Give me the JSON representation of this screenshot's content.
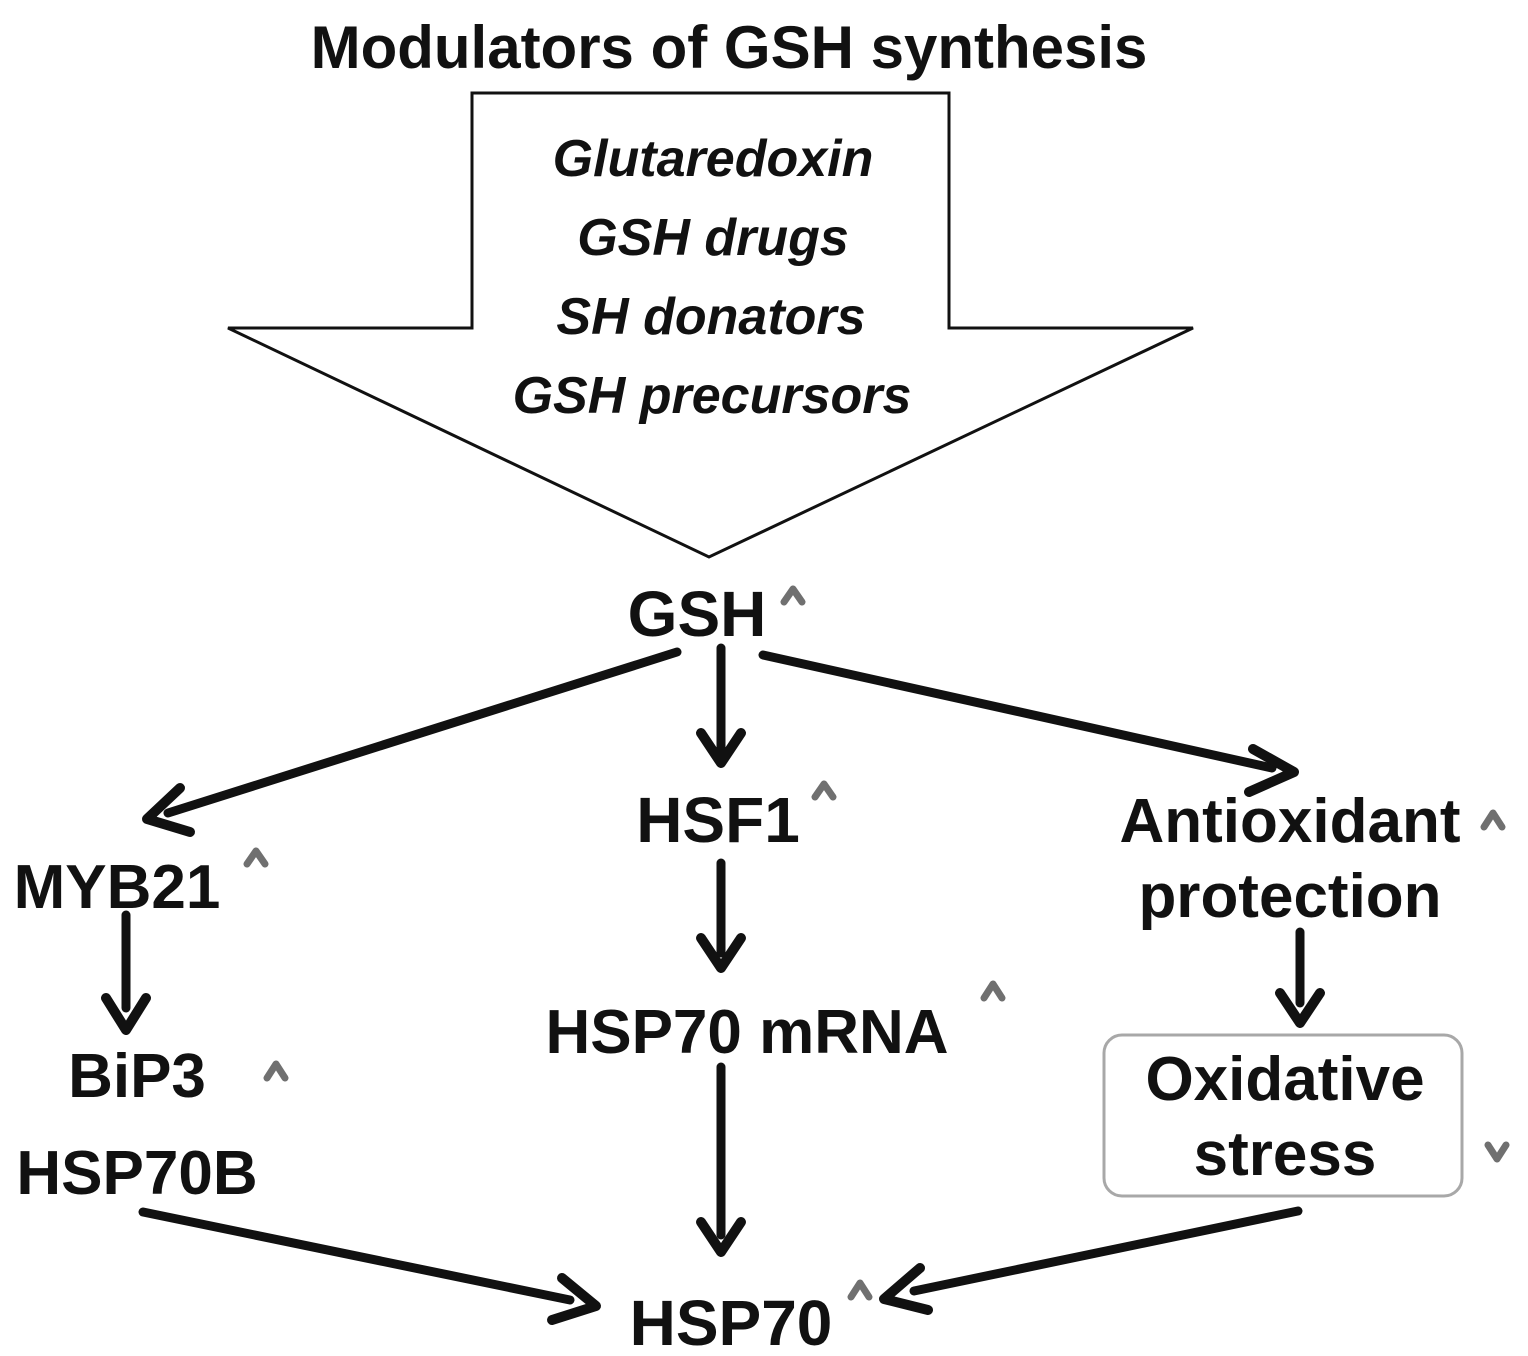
{
  "title": "Modulators of GSH synthesis",
  "modulators": [
    "Glutaredoxin",
    "GSH drugs",
    "SH donators",
    "GSH precursors"
  ],
  "nodes": {
    "gsh": "GSH",
    "hsf1": "HSF1",
    "myb21": "MYB21",
    "antioxidant_line1": "Antioxidant",
    "antioxidant_line2": "protection",
    "hsp70_mrna": "HSP70 mRNA",
    "bip3_line1": "BiP3",
    "bip3_line2": "HSP70B",
    "oxidative_line1": "Oxidative",
    "oxidative_line2": "stress",
    "hsp70": "HSP70"
  },
  "trends": {
    "gsh": "up",
    "hsf1": "up",
    "myb21": "up",
    "antioxidant": "up",
    "hsp70_mrna": "up",
    "bip3_hsp70b": "up",
    "oxidative_stress": "down",
    "hsp70": "up"
  },
  "colors": {
    "text": "#111111",
    "arrow": "#111111",
    "trend_arrow": "#7a7a7a",
    "box_border": "#a8a8a8"
  }
}
